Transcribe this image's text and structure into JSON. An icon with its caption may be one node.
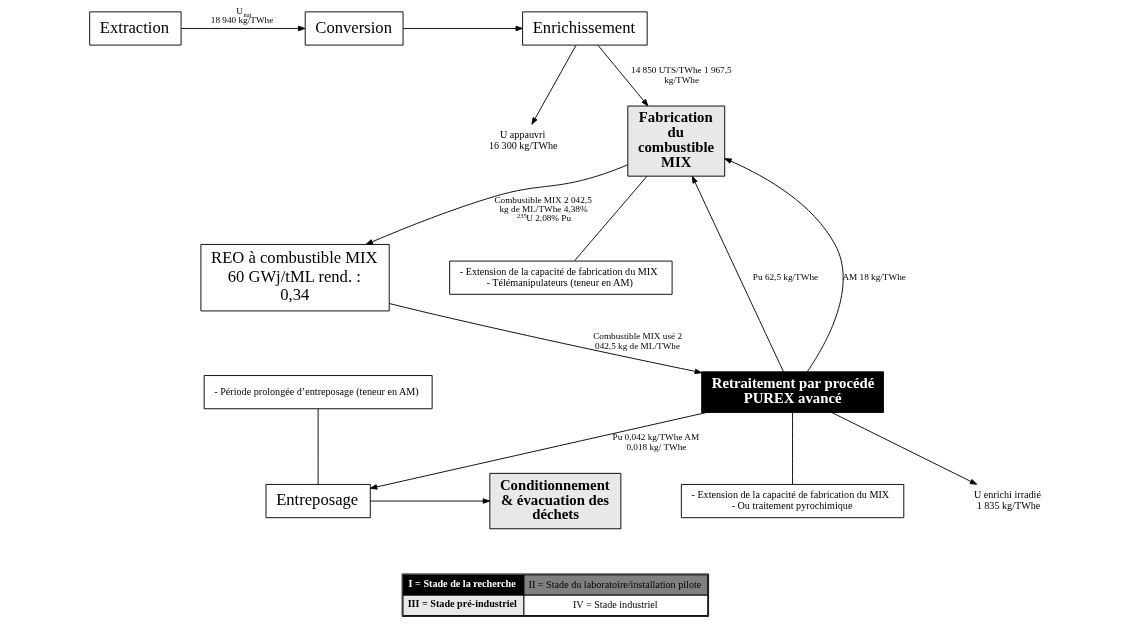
{
  "diagram": {
    "nodes": [
      {
        "text": [
          "Extraction"
        ]
      },
      {
        "text": [
          "Conversion"
        ]
      },
      {
        "text": [
          "Enrichissement"
        ]
      },
      {
        "text": [
          "U appauvri",
          "16 300 kg/TWhe"
        ]
      },
      {
        "text": [
          "REO à combustible MIX 60 GWj/tML rend. : 0,34"
        ]
      },
      {
        "text": [
          "Fabrication du combustible MIX"
        ]
      },
      {
        "text": [
          "Retraitement par procédé PUREX avancé"
        ]
      },
      {
        "text": [
          "Entreposage"
        ]
      },
      {
        "text": [
          "Conditionnement & évacuation des déchets"
        ]
      },
      {
        "text": [
          "- Extension de la capacité de fabrication du MIX",
          "- Télémanipulateurs (teneur en AM)"
        ]
      },
      {
        "text": [
          "- Période prolongée d’entreposage (teneur en AM)"
        ]
      },
      {
        "text": [
          "- Extension de la capacité de fabrication du MIX",
          "- Ou traitement pyrochimique"
        ]
      },
      {
        "text": [
          "U enrichi irradié",
          "1 835 kg/TWhe"
        ]
      }
    ],
    "edges": [
      {
        "from": 0,
        "to": 1,
        "arrow": "to",
        "label": "U$_{nat}$ 18 940 kg/TWhe"
      },
      {
        "from": 1,
        "to": 2,
        "arrow": "to"
      },
      {
        "from": 2,
        "to": 3,
        "arrow": "to"
      },
      {
        "from": 2,
        "to": 5,
        "arrow": "to",
        "label": "14 850 UTS/TWhe 1 967,5 kg/TWhe"
      },
      {
        "from": 5,
        "to": 4,
        "arrow": "to",
        "label": "Combustible MIX 2 042,5 kg de ML/TWhe 4,38% $^{235}$U 2,08% Pu"
      },
      {
        "from": 4,
        "to": 6,
        "arrow": "to",
        "label": "Combustible MIX usé 2 042,5 kg de ML/TWhe"
      },
      {
        "from": 6,
        "to": 5,
        "arrow": "to",
        "label": "Pu 62,5 kg/TWhe"
      },
      {
        "from": 6,
        "to": 5,
        "arrow": "to",
        "label": "AM 18 kg/TWhe"
      },
      {
        "from": 6,
        "to": 7,
        "arrow": "to",
        "label": "Pu 0,042 kg/TWhe AM 0,018 kg/ TWhe"
      },
      {
        "from": 6,
        "to": 12,
        "arrow": "to"
      },
      {
        "from": 7,
        "to": 8,
        "arrow": "to"
      },
      {
        "from": 5,
        "to": 9,
        "arrow": "none"
      },
      {
        "from": 10,
        "to": 7,
        "arrow": "none"
      },
      {
        "from": 6,
        "to": 11,
        "arrow": "none"
      }
    ],
    "legend": [
      {
        "text": "I = Stade de la recherche",
        "color": "#000000"
      },
      {
        "text": "II = Stade du laboratoire/installation pilote",
        "color": "#808080"
      },
      {
        "text": "III = Stade pré-industriel"
      },
      {
        "text": "IV = Stade industriel",
        "color": "#ffffff"
      }
    ]
  }
}
